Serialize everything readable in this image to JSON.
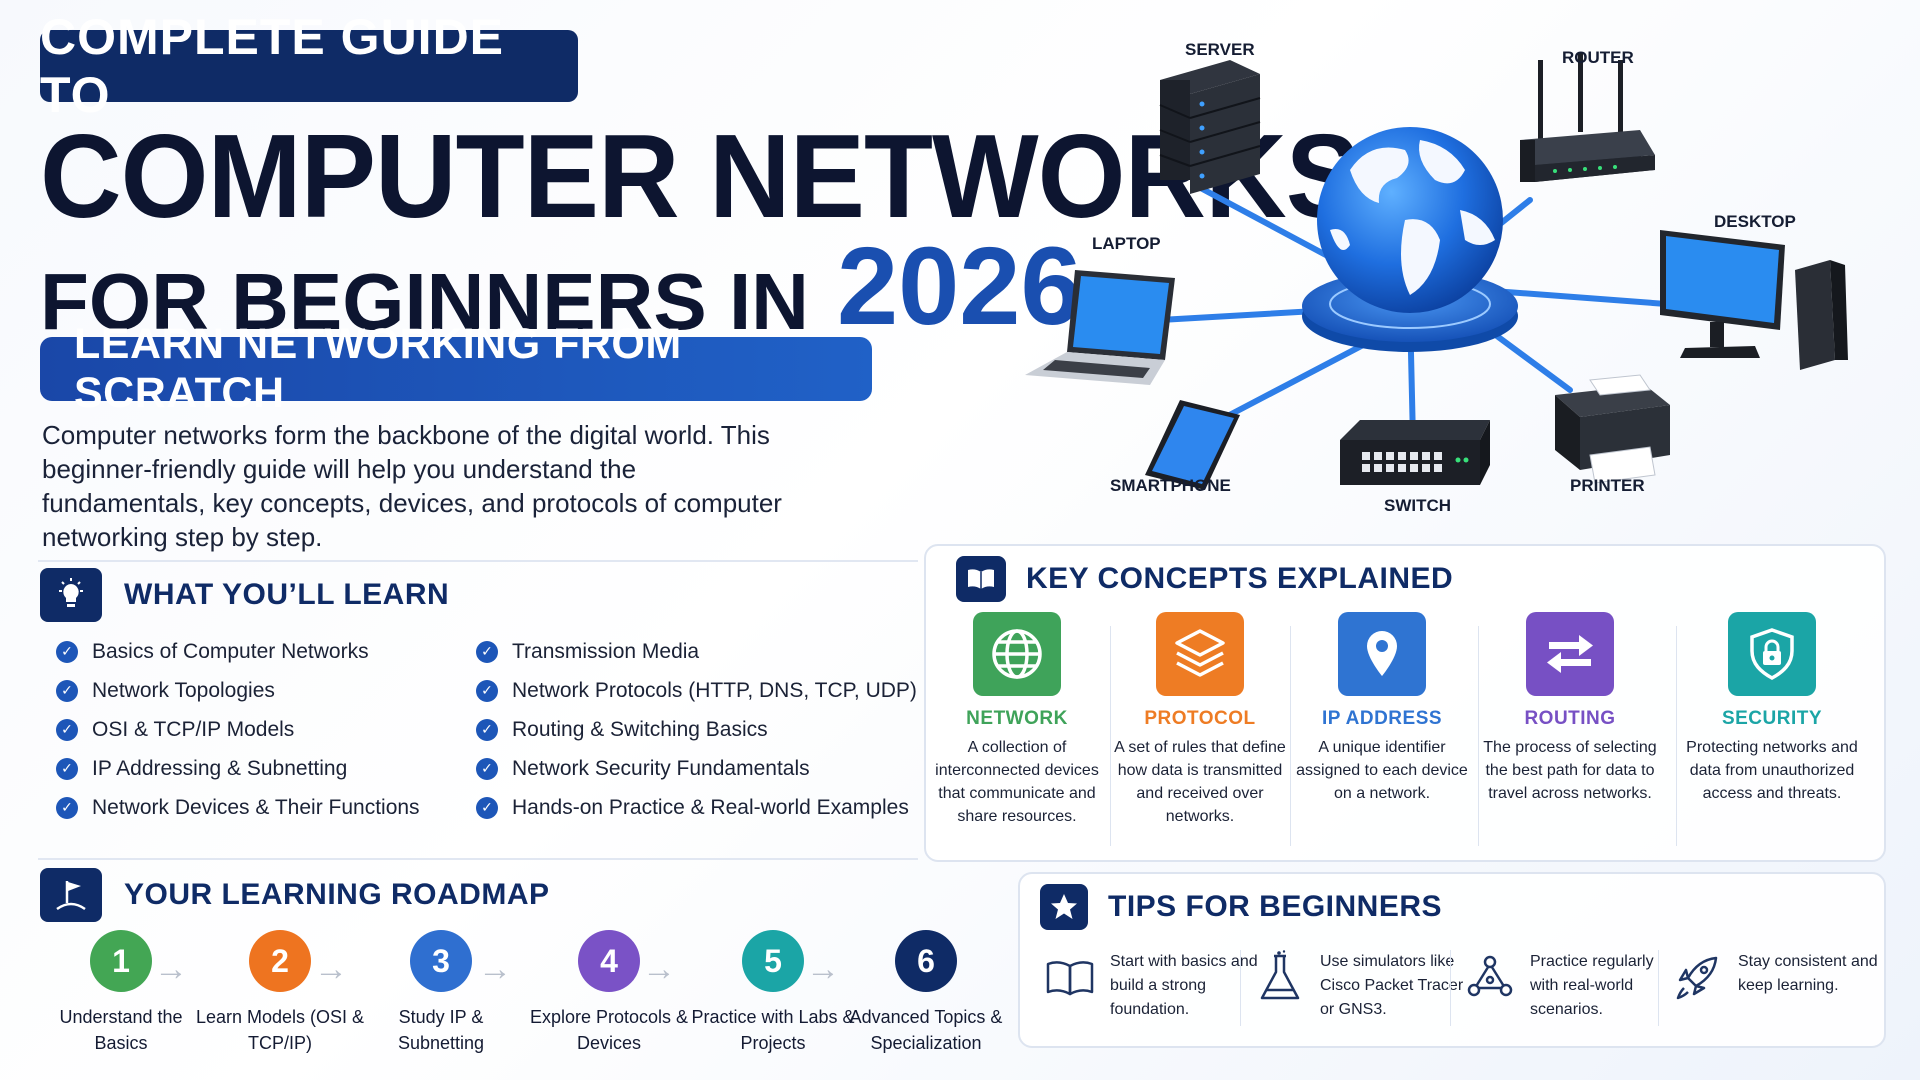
{
  "header": {
    "pill": "COMPLETE GUIDE TO",
    "title": "COMPUTER NETWORKS",
    "line3_text": "FOR BEGINNERS IN",
    "year": "2026",
    "subtitle": "LEARN NETWORKING FROM SCRATCH",
    "intro": "Computer networks form the backbone of the digital world. This beginner-friendly guide will help you understand the fundamentals, key concepts, devices, and protocols of computer networking step by step."
  },
  "diagram": {
    "devices": {
      "server": "SERVER",
      "router": "ROUTER",
      "laptop": "LAPTOP",
      "desktop": "DESKTOP",
      "smartphone": "SMARTPHONE",
      "switch": "SWITCH",
      "printer": "PRINTER"
    }
  },
  "learn": {
    "title": "WHAT YOU’LL LEARN",
    "left": [
      "Basics of Computer Networks",
      "Network Topologies",
      "OSI & TCP/IP Models",
      "IP Addressing & Subnetting",
      "Network Devices & Their Functions"
    ],
    "right": [
      "Transmission Media",
      "Network Protocols (HTTP, DNS, TCP, UDP)",
      "Routing & Switching Basics",
      "Network Security Fundamentals",
      "Hands-on Practice & Real-world Examples"
    ]
  },
  "concepts": {
    "title": "KEY CONCEPTS EXPLAINED",
    "items": [
      {
        "name": "NETWORK",
        "desc": "A collection of interconnected devices that communicate and share resources.",
        "color": "#3fa35a",
        "icon": "globe-icon"
      },
      {
        "name": "PROTOCOL",
        "desc": "A set of rules that define how data is transmitted and received over networks.",
        "color": "#ee7c24",
        "icon": "layers-icon"
      },
      {
        "name": "IP ADDRESS",
        "desc": "A unique identifier assigned to each device on a network.",
        "color": "#2f74d2",
        "icon": "location-pin-icon"
      },
      {
        "name": "ROUTING",
        "desc": "The process of selecting the best path for data to travel across networks.",
        "color": "#7750c4",
        "icon": "arrows-exchange-icon"
      },
      {
        "name": "SECURITY",
        "desc": "Protecting networks and data from unauthorized access and threats.",
        "color": "#1ba5a6",
        "icon": "shield-lock-icon"
      }
    ]
  },
  "roadmap": {
    "title": "YOUR LEARNING ROADMAP",
    "steps": [
      {
        "num": "1",
        "label": "Understand the Basics",
        "color": "#43a654"
      },
      {
        "num": "2",
        "label": "Learn Models (OSI & TCP/IP)",
        "color": "#ee7420"
      },
      {
        "num": "3",
        "label": "Study IP & Subnetting",
        "color": "#2f6fd0"
      },
      {
        "num": "4",
        "label": "Explore Protocols & Devices",
        "color": "#7a52c6"
      },
      {
        "num": "5",
        "label": "Practice with Labs & Projects",
        "color": "#1ba5a6"
      },
      {
        "num": "6",
        "label": "Advanced Topics & Specialization",
        "color": "#0f2b66"
      }
    ]
  },
  "tips": {
    "title": "TIPS FOR BEGINNERS",
    "items": [
      {
        "text": "Start with basics and build a strong foundation.",
        "icon": "open-book-icon"
      },
      {
        "text": "Use simulators like Cisco Packet Tracer or GNS3.",
        "icon": "flask-icon"
      },
      {
        "text": "Practice regularly with real-world scenarios.",
        "icon": "network-nodes-icon"
      },
      {
        "text": "Stay consistent and keep learning.",
        "icon": "rocket-icon"
      }
    ]
  }
}
